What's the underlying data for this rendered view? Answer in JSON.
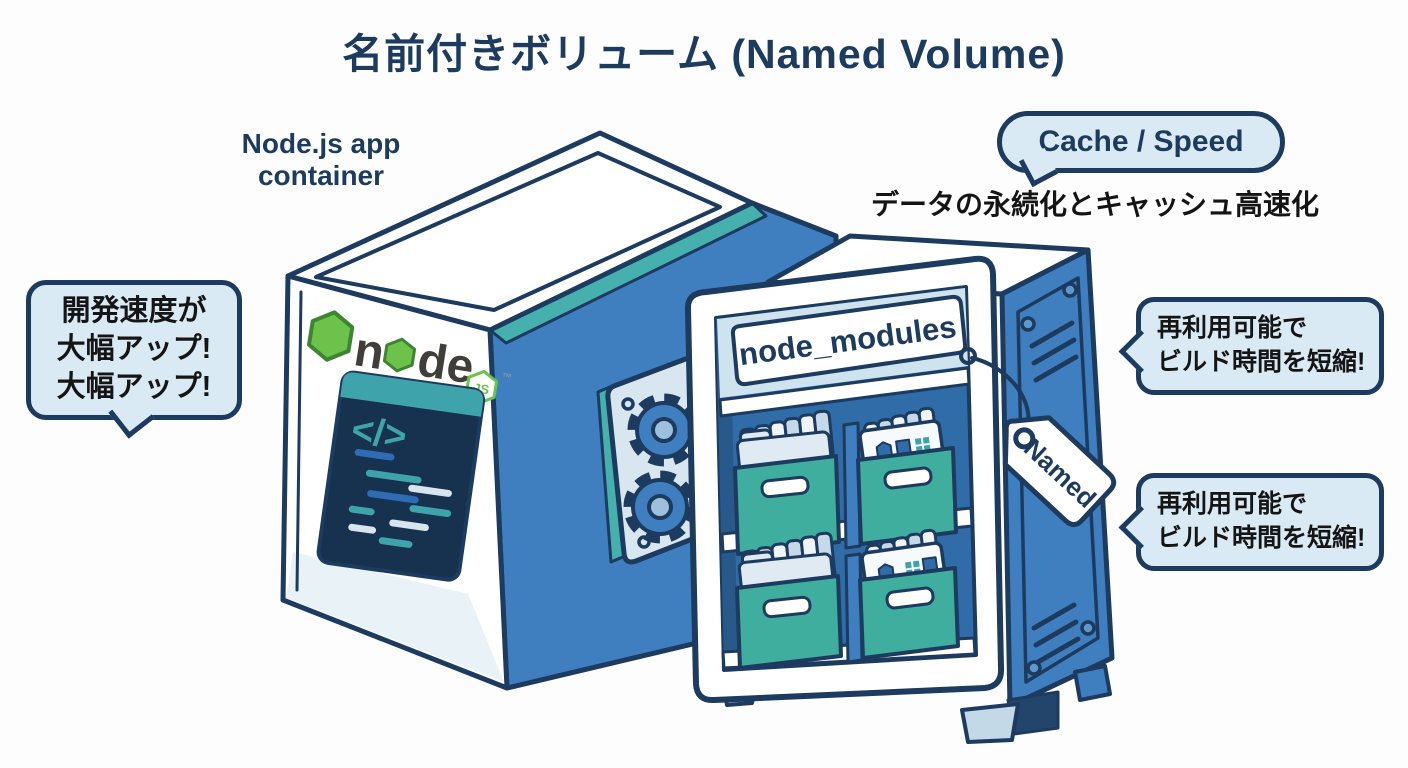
{
  "title": "名前付きボリューム (Named Volume)",
  "container_label": {
    "line1": "Node.js app",
    "line2": "container"
  },
  "subtitle": "データの永続化とキャッシュ高速化",
  "bubbles": {
    "left": {
      "line1": "開発速度が",
      "line2": "大幅アップ!",
      "line3": "大幅アップ!"
    },
    "cache": {
      "label": "Cache / Speed"
    },
    "right_top": {
      "line1": "再利用可能で",
      "line2": "ビルド時間を短縮!"
    },
    "right_bottom": {
      "line1": "再利用可能で",
      "line2": "ビルド時間を短縮!"
    }
  },
  "illustration": {
    "node_logo": {
      "n": "n",
      "de": "de",
      "js": "JS",
      "tm": "™"
    },
    "code_symbol": "</>",
    "volume_label": "node_modules",
    "tag_label": "Named"
  },
  "colors": {
    "outline_navy": "#1d3a5f",
    "title_navy": "#1c3b5e",
    "bubble_fill": "#d9eaf4",
    "container_blue": "#3f7fc0",
    "teal_accent": "#45b0ae",
    "box_teal": "#3fae9f",
    "interior_blue": "#2f6ca8",
    "screen_navy": "#16324e",
    "node_green": "#6cc24a",
    "node_green_dark": "#3e8433",
    "code_blue": "#2e6cb5",
    "header_light_blue": "#cfe3ef"
  }
}
